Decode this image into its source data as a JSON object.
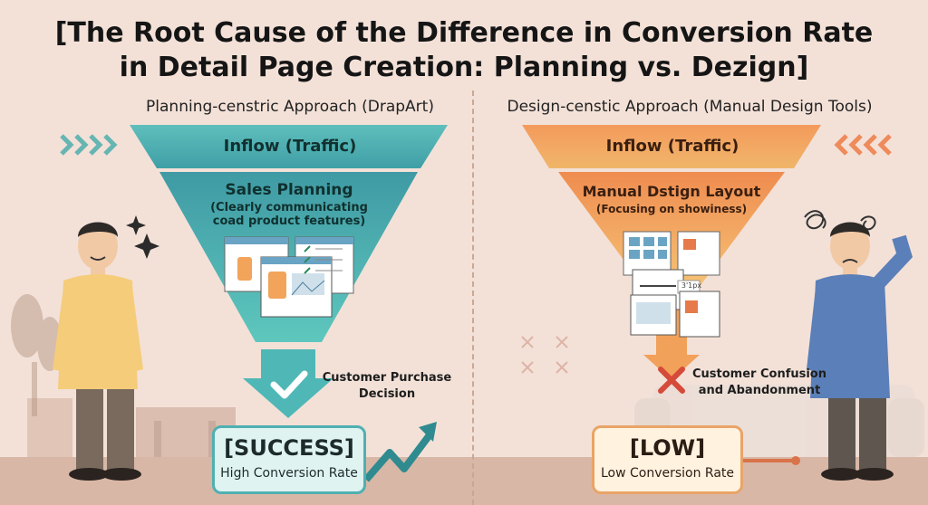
{
  "title": {
    "line1": "[The Root Cause of the Difference in Conversion Rate",
    "line2": "in Detail Page Creation: Planning vs. Dezign]"
  },
  "left": {
    "heading": "Planning-censtric Approach (DrapArt)",
    "inflow": "Inflow (Traffic)",
    "stage_title": "Sales Planning",
    "stage_sub": "(Clearly communicating coad product features)",
    "decision": "Customer Purchase Decision",
    "result_title": "[SUCCESS]",
    "result_sub": "High Conversion Rate",
    "accent": "#3aa3a8"
  },
  "right": {
    "heading": "Design-censtic Approach (Manual Design Tools)",
    "inflow": "Inflow (Traffic)",
    "stage_title": "Manual Dstign Layout",
    "stage_sub": "(Focusing on showiness)",
    "mockup_label": "3'1px",
    "decision": "Customer Confusion and Abandonment",
    "result_title": "[LOW]",
    "result_sub": "Low Conversion Rate",
    "accent": "#ef8a4f"
  }
}
